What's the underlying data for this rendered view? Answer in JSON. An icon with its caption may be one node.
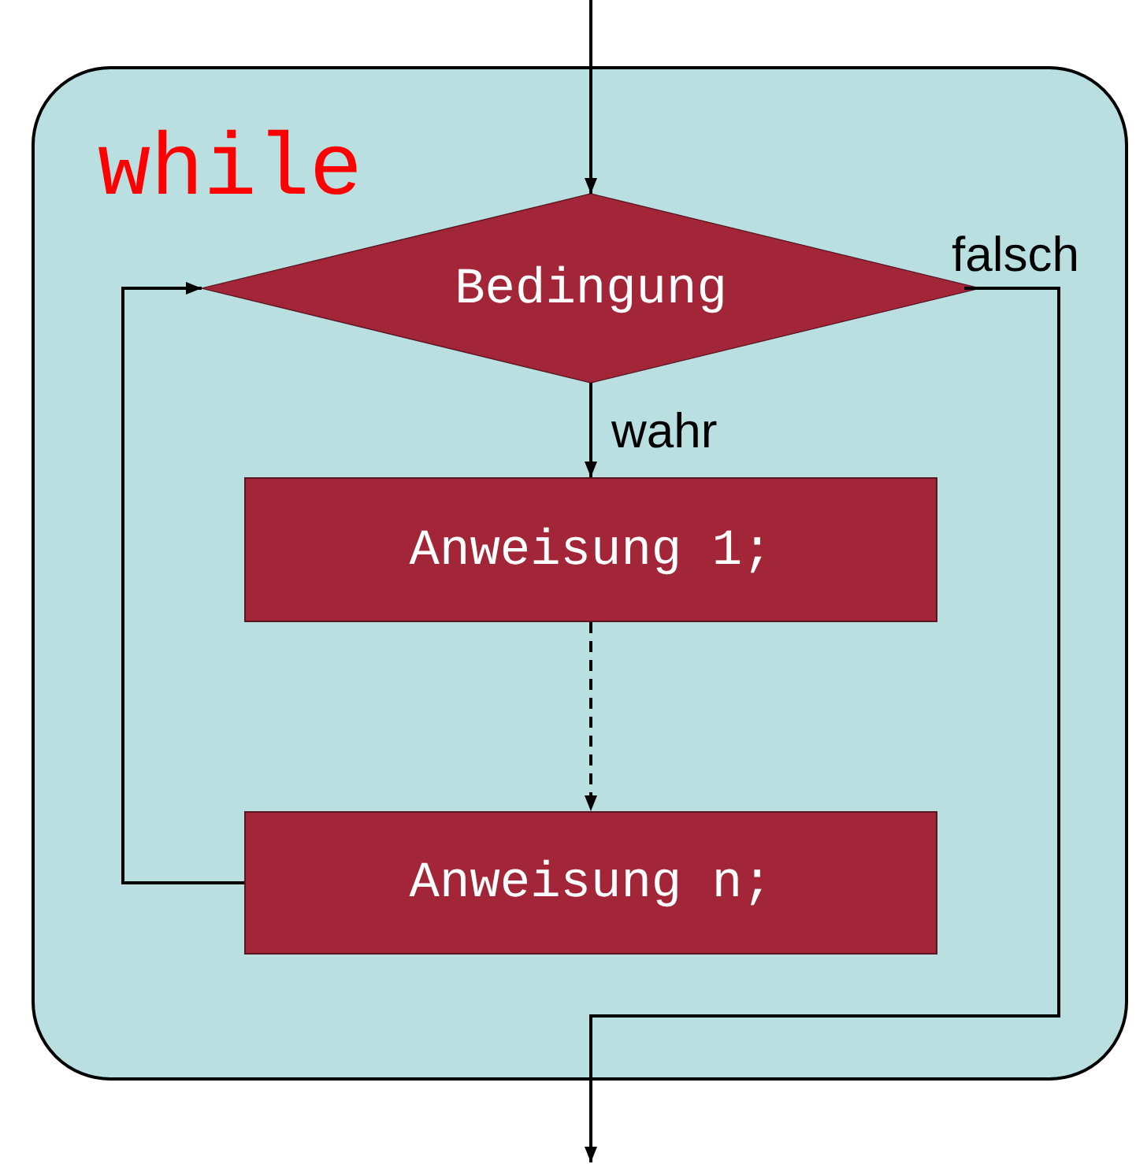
{
  "diagram": {
    "nodes": [
      {
        "text": [
          "while"
        ]
      },
      {
        "text": [
          "Bedingung"
        ],
        "in": 0
      },
      {
        "text": [
          "Anweisung 1;"
        ],
        "in": 0
      },
      {
        "text": [
          "Anweisung n;"
        ],
        "in": 0
      }
    ],
    "edges": [
      {
        "from": null,
        "to": 1,
        "arrow": "to"
      },
      {
        "from": 1,
        "to": 2,
        "arrow": "to",
        "label": "wahr"
      },
      {
        "from": 2,
        "to": 3,
        "arrow": "to",
        "style": "dashed"
      },
      {
        "from": 3,
        "to": 1,
        "arrow": "to"
      },
      {
        "from": 1,
        "to": null,
        "arrow": "to",
        "label": "falsch"
      }
    ]
  }
}
